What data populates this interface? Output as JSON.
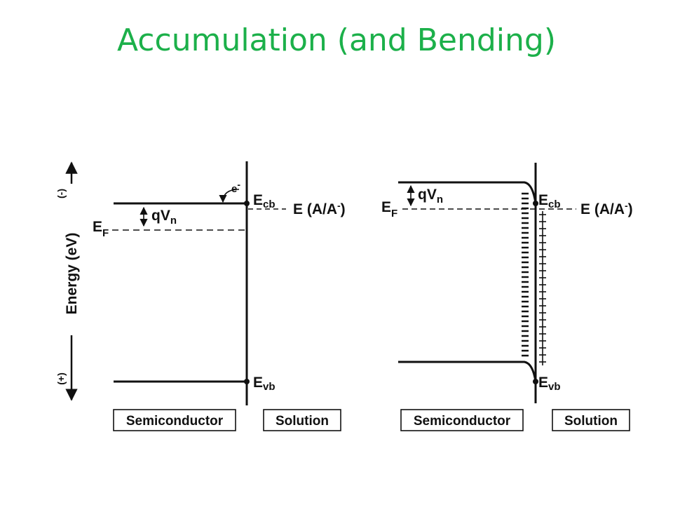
{
  "slide": {
    "title": "Accumulation (and Bending)"
  },
  "left_panel": {
    "energy_axis": {
      "label": "Energy (eV)",
      "top_sign": "(-)",
      "bottom_sign": "(+)"
    },
    "qVn": {
      "q": "qV",
      "sub": "n"
    },
    "fermi": {
      "main": "E",
      "sub": "F"
    },
    "electron": {
      "main": "e",
      "sup": "-"
    },
    "ecb": {
      "main": "E",
      "sub": "cb"
    },
    "evb": {
      "main": "E",
      "sub": "vb"
    },
    "redox": {
      "prefix": "E (A/A",
      "sup": "-",
      "suffix": ")"
    },
    "semiconductor_label": "Semiconductor",
    "solution_label": "Solution"
  },
  "right_panel": {
    "qVn": {
      "q": "qV",
      "sub": "n"
    },
    "fermi": {
      "main": "E",
      "sub": "F"
    },
    "ecb": {
      "main": "E",
      "sub": "cb"
    },
    "evb": {
      "main": "E",
      "sub": "vb"
    },
    "redox": {
      "prefix": "E (A/A",
      "sup": "-",
      "suffix": ")"
    },
    "semiconductor_label": "Semiconductor",
    "solution_label": "Solution"
  }
}
